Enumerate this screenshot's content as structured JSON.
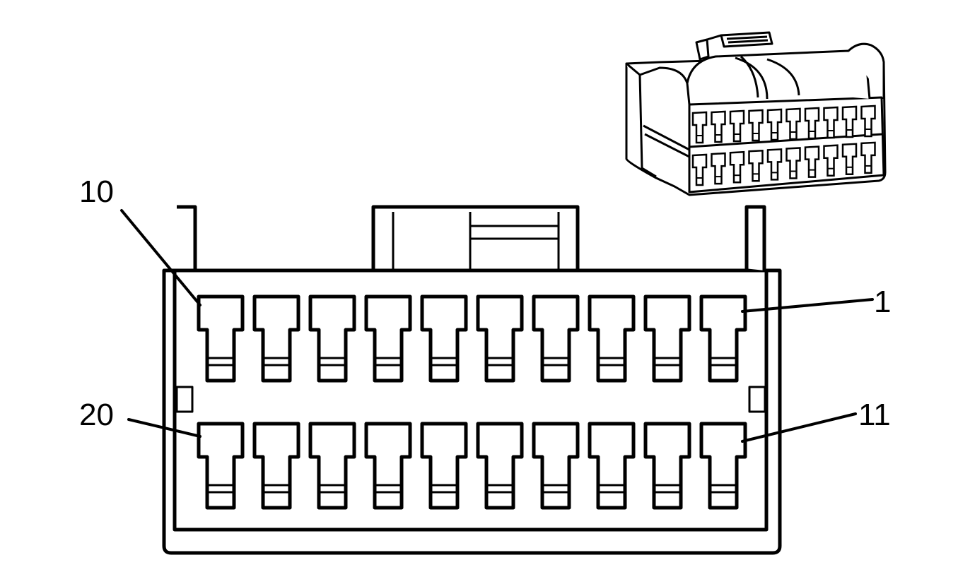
{
  "connector": {
    "pins_per_row": 10,
    "rows": 2,
    "callouts": [
      {
        "id": "pin-10",
        "text": "10"
      },
      {
        "id": "pin-1",
        "text": "1"
      },
      {
        "id": "pin-20",
        "text": "20"
      },
      {
        "id": "pin-11",
        "text": "11"
      }
    ]
  }
}
